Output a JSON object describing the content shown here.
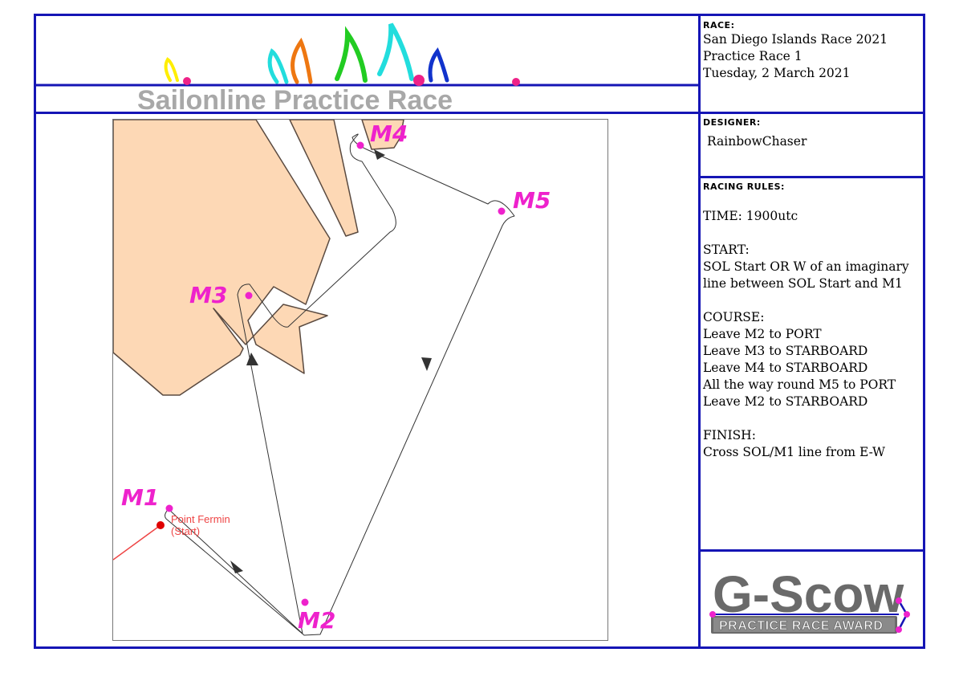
{
  "banner": {
    "title": "Sailonline Practice Race"
  },
  "race": {
    "label": "RACE:",
    "lines": [
      "San Diego Islands Race 2021",
      "Practice Race 1",
      "Tuesday, 2 March 2021"
    ]
  },
  "designer": {
    "label": "DESIGNER:",
    "name": "RainbowChaser"
  },
  "rules": {
    "label": "RACING RULES:",
    "time": "TIME: 1900utc",
    "start_heading": "START:",
    "start_lines": [
      "SOL Start OR W of an imaginary",
      "line between SOL Start and M1"
    ],
    "course_heading": "COURSE:",
    "course_lines": [
      "Leave M2 to PORT",
      "Leave M3 to STARBOARD",
      "Leave M4 to STARBOARD",
      "All the way round M5 to PORT",
      "Leave M2 to STARBOARD"
    ],
    "finish_heading": "FINISH:",
    "finish_lines": [
      "Cross SOL/M1 line from E-W"
    ]
  },
  "award": {
    "title": "G-Scow",
    "subtitle": "PRACTICE RACE AWARD"
  },
  "map": {
    "start_label": "Point Fermin",
    "start_sub": "(Start)",
    "marks": [
      {
        "id": "M1"
      },
      {
        "id": "M2"
      },
      {
        "id": "M3"
      },
      {
        "id": "M4"
      },
      {
        "id": "M5"
      }
    ],
    "colors": {
      "land": "#fdd8b5",
      "land_border": "#5a4a40",
      "mark": "#ee22cc",
      "start": "#e00000",
      "frame": "#1515b5"
    }
  }
}
